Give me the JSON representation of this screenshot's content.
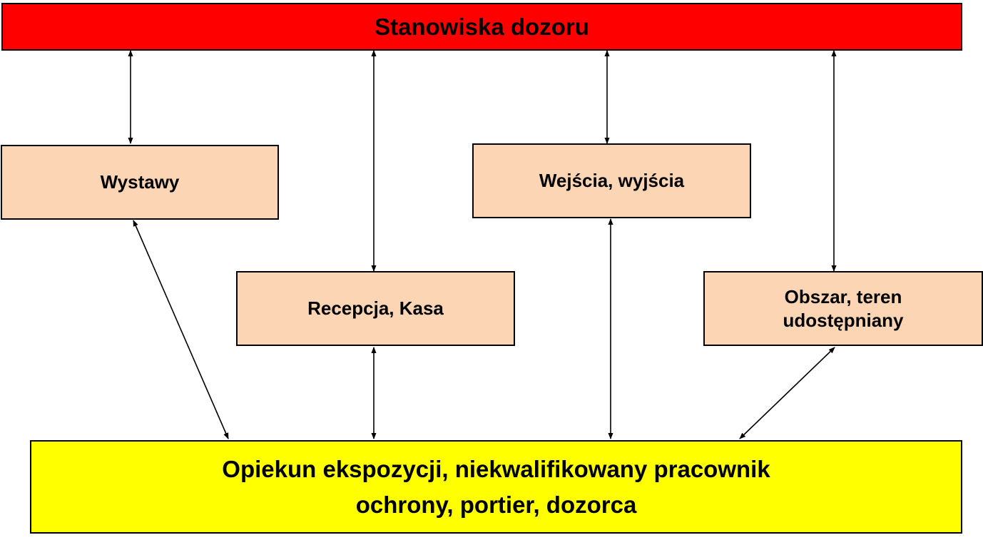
{
  "colors": {
    "top": "#ff0000",
    "bottom": "#ffff00",
    "node": "#fcd5b4",
    "line": "#000000"
  },
  "diagram": {
    "top": {
      "label": "Stanowiska dozoru"
    },
    "bottom": {
      "line1": "Opiekun ekspozycji, niekwalifikowany pracownik",
      "line2": "ochrony, portier, dozorca"
    },
    "nodes": {
      "wystawy": {
        "label": "Wystawy"
      },
      "wejscia": {
        "label": "Wejścia, wyjścia"
      },
      "recepcja": {
        "label": "Recepcja, Kasa"
      },
      "obszar": {
        "line1": "Obszar, teren",
        "line2": "udostępniany"
      }
    },
    "connections": [
      {
        "from": "top",
        "to": "wystawy"
      },
      {
        "from": "top",
        "to": "recepcja"
      },
      {
        "from": "top",
        "to": "wejscia"
      },
      {
        "from": "top",
        "to": "obszar"
      },
      {
        "from": "wystawy",
        "to": "bottom"
      },
      {
        "from": "recepcja",
        "to": "bottom"
      },
      {
        "from": "wejscia",
        "to": "bottom"
      },
      {
        "from": "obszar",
        "to": "bottom"
      }
    ]
  }
}
